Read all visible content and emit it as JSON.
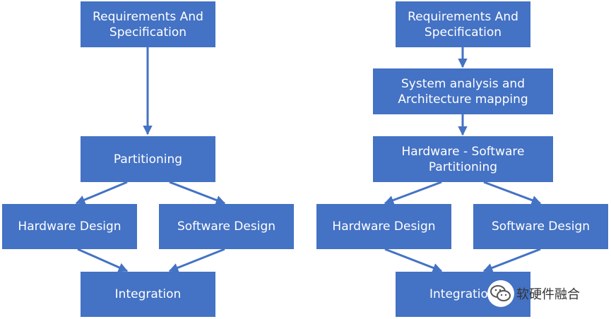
{
  "colors": {
    "box": "#4472c4",
    "arrow": "#4472c4",
    "text": "#ffffff"
  },
  "left_flow": {
    "requirements": "Requirements And\nSpecification",
    "partitioning": "Partitioning",
    "hardware_design": "Hardware Design",
    "software_design": "Software Design",
    "integration": "Integration"
  },
  "right_flow": {
    "requirements": "Requirements And\nSpecification",
    "system_analysis": "System analysis and\nArchitecture mapping",
    "partitioning": "Hardware - Software\nPartitioning",
    "hardware_design": "Hardware Design",
    "software_design": "Software Design",
    "integration": "Integration"
  },
  "watermark": {
    "text": "软硬件融合",
    "icon": "wechat-icon"
  }
}
